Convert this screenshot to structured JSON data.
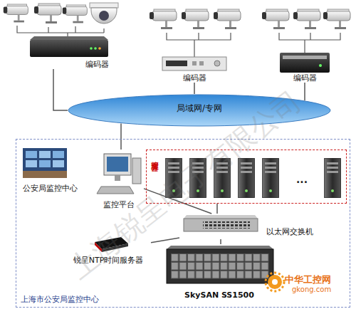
{
  "diagram": {
    "nodes": [
      {
        "text": [
          "编码器"
        ]
      },
      {
        "text": [
          "编码器"
        ]
      },
      {
        "text": [
          "编码器"
        ]
      },
      {
        "text": [
          "局域网/专网"
        ]
      },
      {
        "text": [
          "上海市公安局监控中心"
        ]
      },
      {
        "text": [
          "公安局监控中心"
        ],
        "in": 4
      },
      {
        "text": [
          "监控平台"
        ],
        "in": 4
      },
      {
        "text": [
          "管理服务器"
        ],
        "in": 4
      },
      {
        "text": [
          "以太网交换机"
        ],
        "in": 4
      },
      {
        "text": [
          "锐呈NTP时间服务器"
        ],
        "in": 4
      },
      {
        "text": [
          "SkySAN SS1500"
        ],
        "in": 4
      }
    ],
    "edges": [
      {
        "from": 0,
        "to": 3,
        "arrow": "none"
      },
      {
        "from": 1,
        "to": 3,
        "arrow": "none"
      },
      {
        "from": 2,
        "to": 3,
        "arrow": "none"
      },
      {
        "from": 3,
        "to": 6,
        "arrow": "none"
      },
      {
        "from": 6,
        "to": 8,
        "arrow": "none"
      },
      {
        "from": 7,
        "to": 8,
        "arrow": "none"
      },
      {
        "from": 9,
        "to": 8,
        "arrow": "none"
      },
      {
        "from": 8,
        "to": 10,
        "arrow": "none"
      }
    ],
    "labels": [
      "...",
      "上海锐呈电子有限公司",
      "中华工控网",
      "gkong.com"
    ]
  }
}
